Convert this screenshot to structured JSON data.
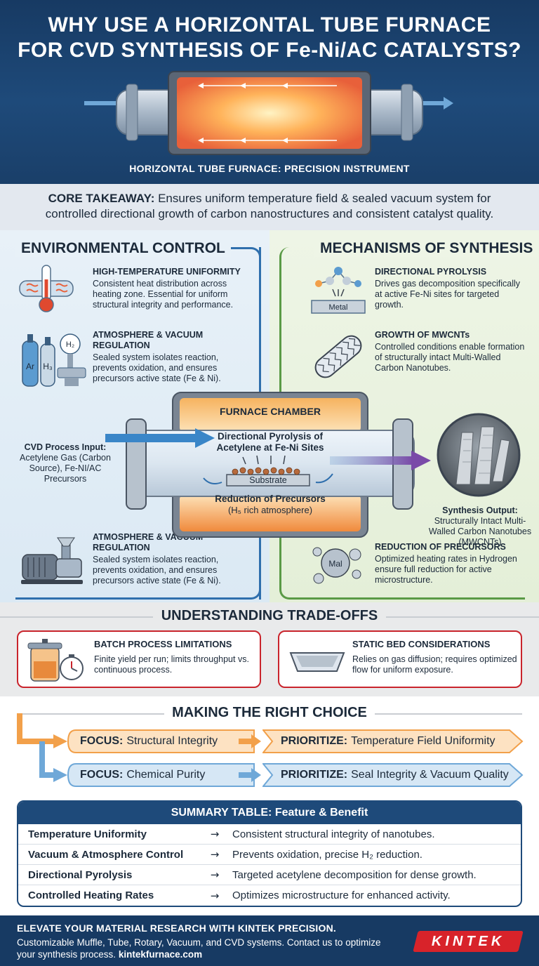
{
  "header": {
    "title_line1": "WHY USE A HORIZONTAL TUBE FURNACE",
    "title_line2": "FOR CVD SYNTHESIS OF Fe-Ni/AC CATALYSTS?",
    "caption": "HORIZONTAL TUBE FURNACE: PRECISION INSTRUMENT"
  },
  "takeaway": {
    "label": "CORE TAKEAWAY:",
    "text": " Ensures uniform temperature field & sealed vacuum system for controlled directional growth of carbon nanostructures and consistent catalyst quality."
  },
  "environmental": {
    "heading": "ENVIRONMENTAL CONTROL",
    "items": [
      {
        "title": "HIGH-TEMPERATURE UNIFORMITY",
        "desc": "Consistent heat distribution across heating zone. Essential for uniform structural integrity and performance."
      },
      {
        "title": "ATMOSPHERE & VACUUM REGULATION",
        "desc": "Sealed system isolates reaction, prevents oxidation, and ensures precursors active state (Fe & Ni)."
      },
      {
        "title": "ATMOSPHERE & VACUUM REGULATION",
        "desc": "Sealed system isolates reaction, prevents oxidation, and ensures precursors active state (Fe & Ni)."
      }
    ],
    "gas_labels": {
      "ar": "Ar",
      "h3": "H₃",
      "h2": "H₂"
    }
  },
  "mechanisms": {
    "heading": "MECHANISMS OF SYNTHESIS",
    "items": [
      {
        "title": "DIRECTIONAL PYROLYSIS",
        "desc": "Drives gas decomposition specifically at active Fe-Ni sites for targeted growth."
      },
      {
        "title": "GROWTH OF MWCNTs",
        "desc": "Controlled conditions enable formation of structurally intact Multi-Walled Carbon Nanotubes."
      },
      {
        "title": "REDUCTION OF PRECURSORS",
        "desc": "Optimized heating rates in Hydrogen ensure full reduction for active microstructure."
      }
    ],
    "metal_label": "Metal",
    "mal_label": "Mal"
  },
  "chamber": {
    "title": "FURNACE CHAMBER",
    "pyrolysis": "Directional Pyrolysis of Acetylene at Fe-Ni Sites",
    "substrate": "Substrate",
    "reduction": "Reduction of Precursors",
    "reduction_sub": "(H₅ rich atmosphere)",
    "input_title": "CVD Process Input:",
    "input_desc": "Acetylene Gas (Carbon Source), Fe-NI/AC Precursors",
    "output_title": "Synthesis Output:",
    "output_desc": "Structurally Intact Multi-Walled Carbon Nanotubes (MWCNTs)"
  },
  "tradeoffs": {
    "heading": "UNDERSTANDING TRADE-OFFS",
    "cards": [
      {
        "title": "BATCH PROCESS LIMITATIONS",
        "desc": "Finite yield per run; limits throughput vs. continuous process."
      },
      {
        "title": "STATIC BED CONSIDERATIONS",
        "desc": "Relies on gas diffusion; requires optimized flow for uniform exposure."
      }
    ]
  },
  "choice": {
    "heading": "MAKING THE RIGHT CHOICE",
    "rows": [
      {
        "focus_label": "FOCUS:",
        "focus": "Structural Integrity",
        "prio_label": "PRIORITIZE:",
        "prio": "Temperature Field Uniformity"
      },
      {
        "focus_label": "FOCUS:",
        "focus": "Chemical Purity",
        "prio_label": "PRIORITIZE:",
        "prio": "Seal Integrity & Vacuum Quality"
      }
    ]
  },
  "summary": {
    "heading": "SUMMARY TABLE: Feature & Benefit",
    "arrow": "→",
    "rows": [
      {
        "feature": "Temperature Uniformity",
        "benefit": "Consistent structural integrity of nanotubes."
      },
      {
        "feature": "Vacuum & Atmosphere Control",
        "benefit": "Prevents oxidation, precise H₂ reduction."
      },
      {
        "feature": "Directional Pyrolysis",
        "benefit": "Targeted acetylene decomposition for dense growth."
      },
      {
        "feature": "Controlled Heating Rates",
        "benefit": "Optimizes microstructure for enhanced activity."
      }
    ]
  },
  "footer": {
    "headline": "ELEVATE YOUR MATERIAL RESEARCH WITH KINTEK PRECISION.",
    "text": "Customizable Muffle, Tube, Rotary, Vacuum, and CVD systems. Contact us to optimize your synthesis process. ",
    "url": "kintekfurnace.com",
    "logo": "KINTEK"
  },
  "colors": {
    "navy": "#1e4a7a",
    "blue_accent": "#2f6fad",
    "green_accent": "#5a9a46",
    "red_accent": "#c9242c",
    "orange": "#f2a04a"
  }
}
